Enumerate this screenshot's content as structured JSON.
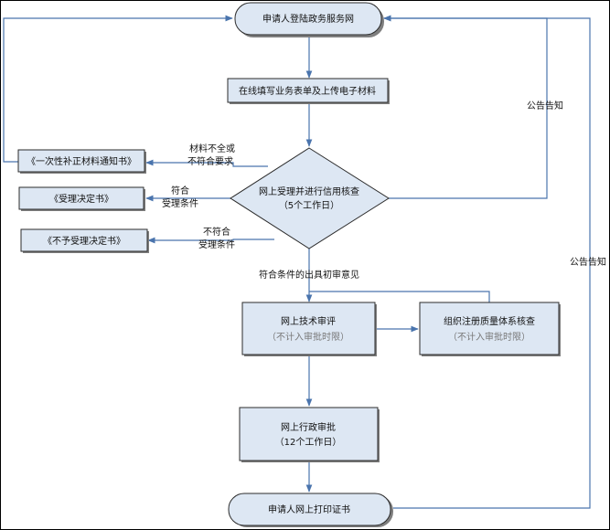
{
  "nodes": {
    "start": "申请人登陆政务服务网",
    "fill_form": "在线填写业务表单及上传电子材料",
    "review": {
      "line1": "网上受理并进行信用核查",
      "line2": "（5个工作日）"
    },
    "notice_supplement": "《一次性补正材料通知书》",
    "notice_accept": "《受理决定书》",
    "notice_reject": "《不予受理决定书》",
    "tech_review": {
      "line1": "网上技术审评",
      "line2": "（不计入审批时限）"
    },
    "quality_check": {
      "line1": "组织注册质量体系核查",
      "line2": "（不计入审批时限）"
    },
    "admin_approval": {
      "line1": "网上行政审批",
      "line2": "（12个工作日）"
    },
    "print_cert": "申请人网上打印证书"
  },
  "edge_labels": {
    "incomplete": {
      "line1": "材料不全或",
      "line2": "不符合要求"
    },
    "meets": {
      "line1": "符合",
      "line2": "受理条件"
    },
    "not_meets": {
      "line1": "不符合",
      "line2": "受理条件"
    },
    "initial_opinion": "符合条件的出具初审意见",
    "announce_1": "公告告知",
    "announce_2": "公告告知"
  }
}
